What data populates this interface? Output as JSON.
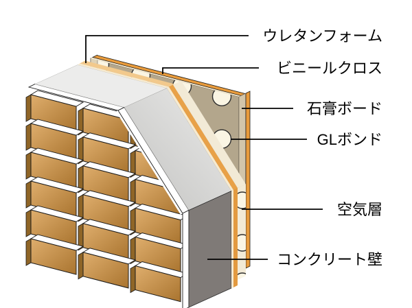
{
  "diagram": {
    "type": "wall-cross-section",
    "labels": [
      {
        "id": "urethane-foam",
        "text": "ウレタンフォーム"
      },
      {
        "id": "vinyl-cloth",
        "text": "ビニールクロス"
      },
      {
        "id": "gypsum-board",
        "text": "石膏ボード"
      },
      {
        "id": "gl-bond",
        "text": "GLボンド"
      },
      {
        "id": "air-layer",
        "text": "空気層"
      },
      {
        "id": "concrete-wall",
        "text": "コンクリート壁"
      }
    ],
    "colors": {
      "background": "#ffffff",
      "outline": "#1a1a1a",
      "brick_light": "#dfae6d",
      "brick_dark": "#a9742f",
      "brick_side": "#8f6527",
      "brick_top": "#ffffff",
      "mortar": "#ffffff",
      "concrete_top": "#ececeb",
      "concrete_cut_light": "#ebebea",
      "concrete_cut_dark": "#c2c2c0",
      "concrete_side": "#7f7a77",
      "foam_top": "#f2c98c",
      "foam_cut": "#e8a148",
      "foam_side": "#e39a40",
      "cream_edge": "#f6ead0",
      "air": "#f2ead6",
      "board_face": "#b3a68c",
      "board_edge": "#d2c5aa",
      "board_end": "#ded2b6",
      "board_bottom": "#cfc2a7",
      "vinyl": "#e89b3c",
      "gl_bond": "#faf5e4",
      "gl_bond_outline": "#2e2e2e",
      "leader": "#000000",
      "label_text": "#000000"
    }
  }
}
